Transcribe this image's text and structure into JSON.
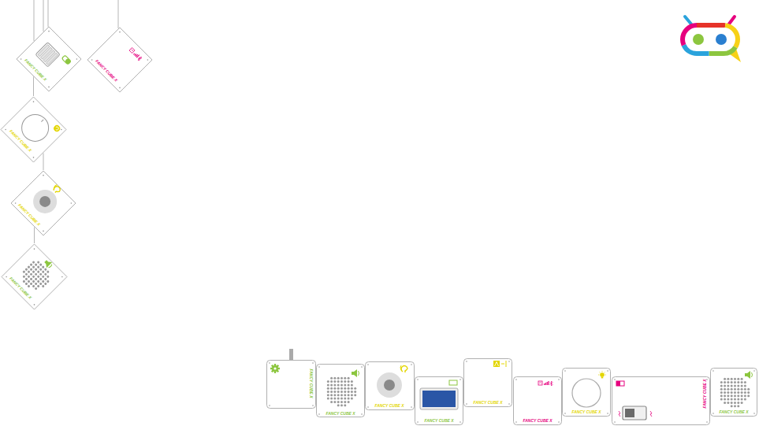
{
  "diagram": {
    "nodes": [
      {
        "text": [
          "FANCY CUBE X"
        ]
      },
      {
        "text": [
          "FANCY CUBE X"
        ]
      },
      {
        "text": [
          "FANCY CUBE X"
        ]
      },
      {
        "text": [
          "FANCY CUBE X"
        ]
      },
      {
        "text": [
          "FANCY CUBE X"
        ]
      },
      {
        "text": [
          "FANCY CUBE X"
        ]
      },
      {
        "text": [
          "FANCY CUBE X"
        ]
      },
      {
        "text": [
          "FANCY CUBE X"
        ]
      },
      {
        "text": [
          "FANCY CUBE X"
        ]
      },
      {
        "text": [
          "FANCY CUBE X"
        ]
      },
      {
        "text": [
          "FANCY CUBE X"
        ]
      },
      {
        "text": [
          "FANCY CUBE X"
        ]
      },
      {
        "text": [
          "FANCY CUBE X"
        ]
      },
      {
        "text": [
          "FANCY CUBE X"
        ]
      }
    ],
    "edges": [
      {
        "from": 0,
        "to": 2,
        "arrow": "none"
      },
      {
        "from": 2,
        "to": 3,
        "arrow": "none"
      },
      {
        "from": 3,
        "to": 4,
        "arrow": "none"
      }
    ]
  }
}
